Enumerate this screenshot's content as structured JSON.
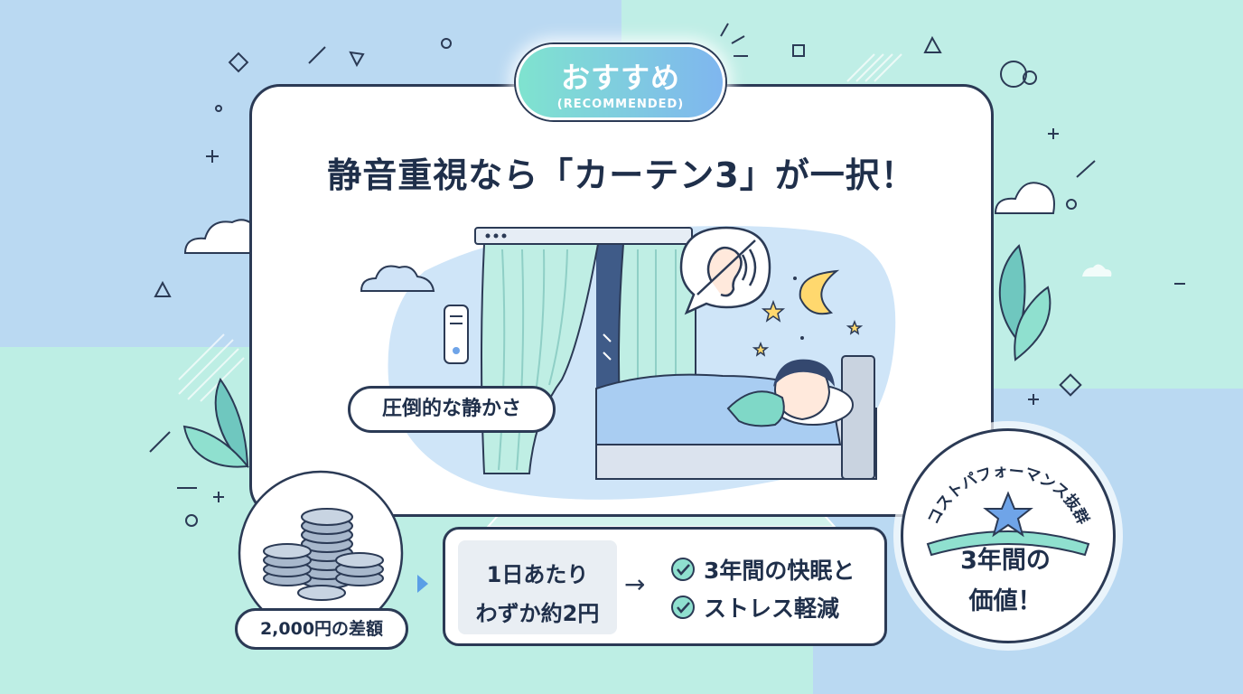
{
  "badge": {
    "main": "おすすめ",
    "sub": "(RECOMMENDED)"
  },
  "headline": "静音重視なら「カーテン3」が一択！",
  "scene": {
    "bubble": "圧倒的な静かさ",
    "icons": [
      "ear-crossed-icon",
      "moon-icon",
      "star-icon",
      "cloud-icon",
      "leaf-icon",
      "coin-stack-icon",
      "check-icon"
    ]
  },
  "coins": {
    "label": "2,000円の差額"
  },
  "info": {
    "per_day_line1": "1日あたり",
    "per_day_line2": "わずか約2円",
    "benefit1": "3年間の快眠と",
    "benefit2": "ストレス軽減"
  },
  "value_badge": {
    "arc": "コストパフォーマンス抜群",
    "line1": "3年間の",
    "line2": "価値！"
  },
  "colors": {
    "outline": "#2b3a55",
    "mint": "#8fe0cf",
    "blue": "#7fb6ef",
    "accent_star": "#6fa4e8"
  }
}
